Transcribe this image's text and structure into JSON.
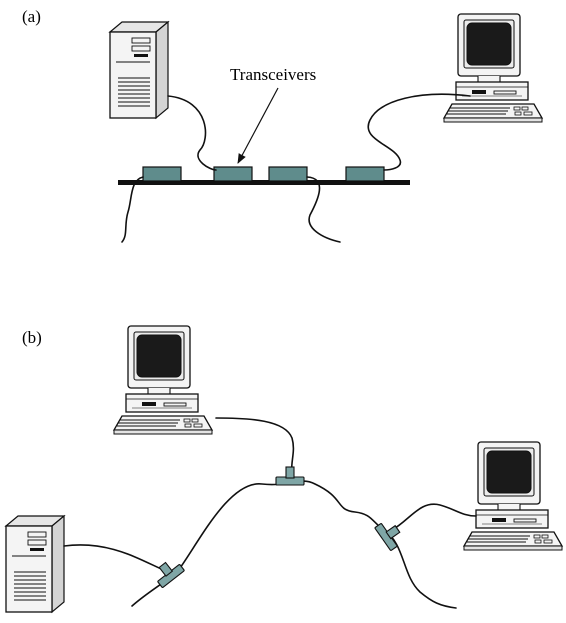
{
  "panel_a": {
    "label": "(a)",
    "callout": "Transceivers"
  },
  "panel_b": {
    "label": "(b)"
  },
  "colors": {
    "transceiver": "#5f8c8c",
    "t_connector": "#7fa6a6",
    "bus": "#111111",
    "screen": "#1a1a1a"
  }
}
